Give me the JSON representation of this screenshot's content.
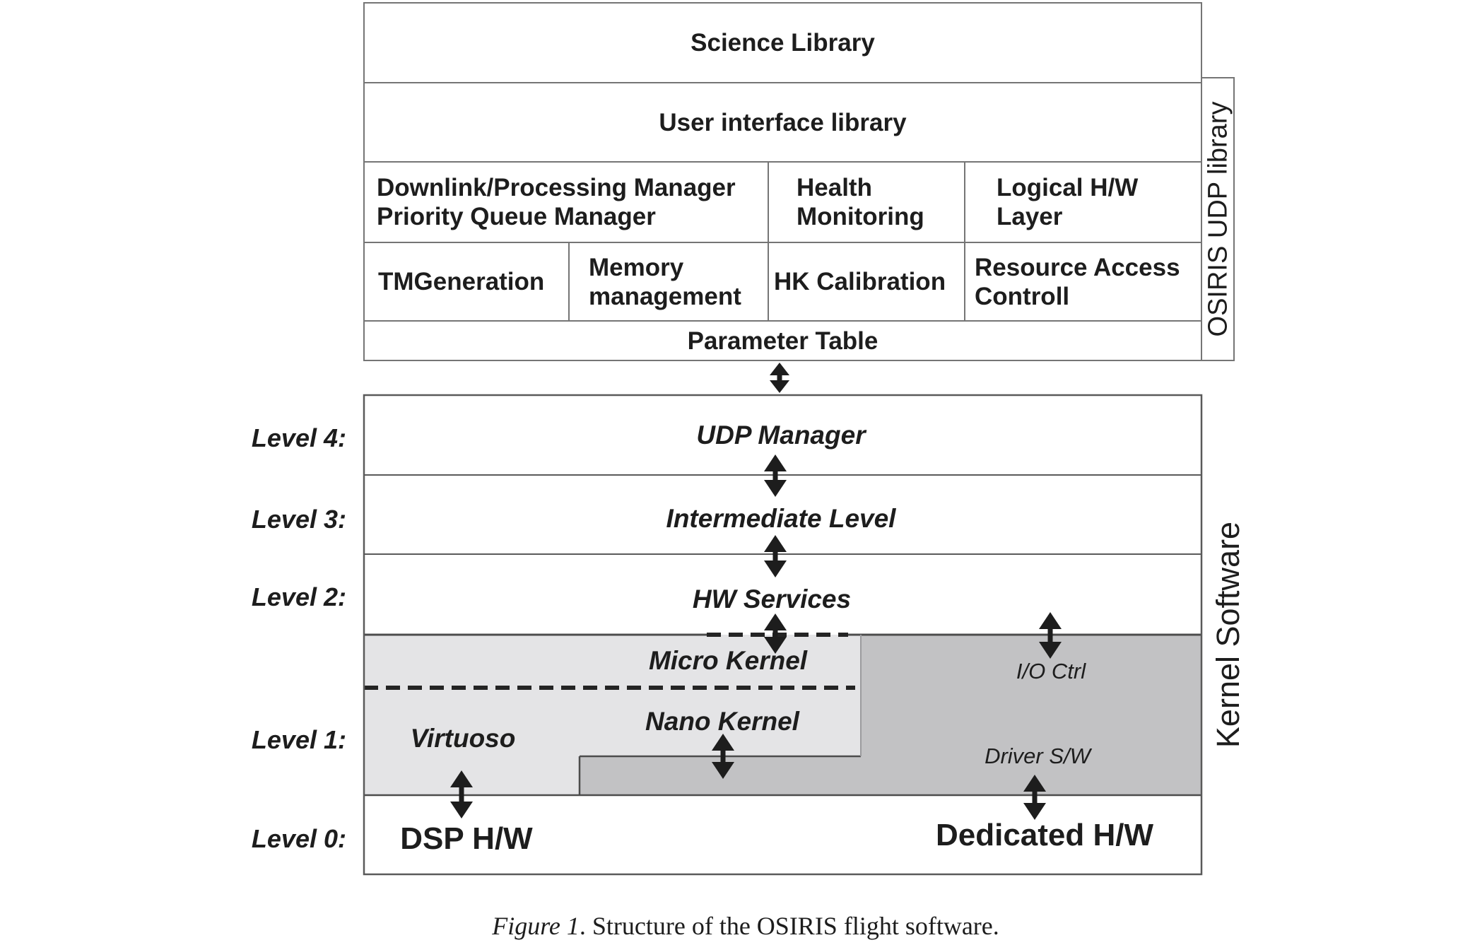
{
  "colors": {
    "light_gray": "#e4e4e6",
    "dark_gray": "#c2c2c4",
    "table_border": "#757575",
    "region_border": "#4c4c4c",
    "ink": "#1d1d1d"
  },
  "library_stack": {
    "science": "Science Library",
    "user_interface": "User interface library",
    "row3": {
      "downlink_line1": "Downlink/Processing Manager",
      "downlink_line2": "Priority Queue Manager",
      "health_line1": "Health",
      "health_line2": "Monitoring",
      "logical_line1": "Logical H/W",
      "logical_line2": "Layer"
    },
    "row4": {
      "tmgeneration": "TMGeneration",
      "memory_line1": "Memory",
      "memory_line2": "management",
      "hk": "HK Calibration",
      "resource_line1": "Resource Access",
      "resource_line2": "Controll"
    },
    "parameter": "Parameter Table",
    "side_label": "OSIRIS UDP library"
  },
  "kernel": {
    "side_label": "Kernel Software",
    "level4_label": "Level 4:",
    "level4_name": "UDP Manager",
    "level3_label": "Level 3:",
    "level3_name": "Intermediate Level",
    "level2_label": "Level 2:",
    "level2_name": "HW Services",
    "level1_label": "Level 1:",
    "level0_label": "Level 0:",
    "micro": "Micro Kernel",
    "nano": "Nano Kernel",
    "virtuoso": "Virtuoso",
    "io_ctrl": "I/O Ctrl",
    "driver": "Driver S/W",
    "dsp": "DSP H/W",
    "dedicated": "Dedicated H/W"
  },
  "caption": {
    "figure_label": "Figure 1",
    "text": ". Structure of the OSIRIS flight software."
  }
}
